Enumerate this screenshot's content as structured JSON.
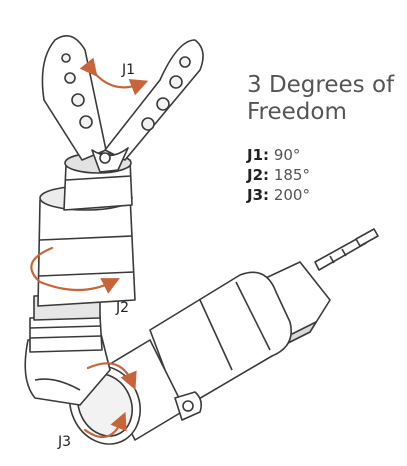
{
  "heading": "3 Degrees of Freedom",
  "specs": [
    {
      "joint": "J1:",
      "value": "90°"
    },
    {
      "joint": "J2:",
      "value": "185°"
    },
    {
      "joint": "J3:",
      "value": "200°"
    }
  ],
  "diagram_labels": {
    "j1": "J1",
    "j2": "J2",
    "j3": "J3"
  },
  "colors": {
    "accent": "#c8643a",
    "outline": "#3a3a3a",
    "text": "#555555"
  }
}
